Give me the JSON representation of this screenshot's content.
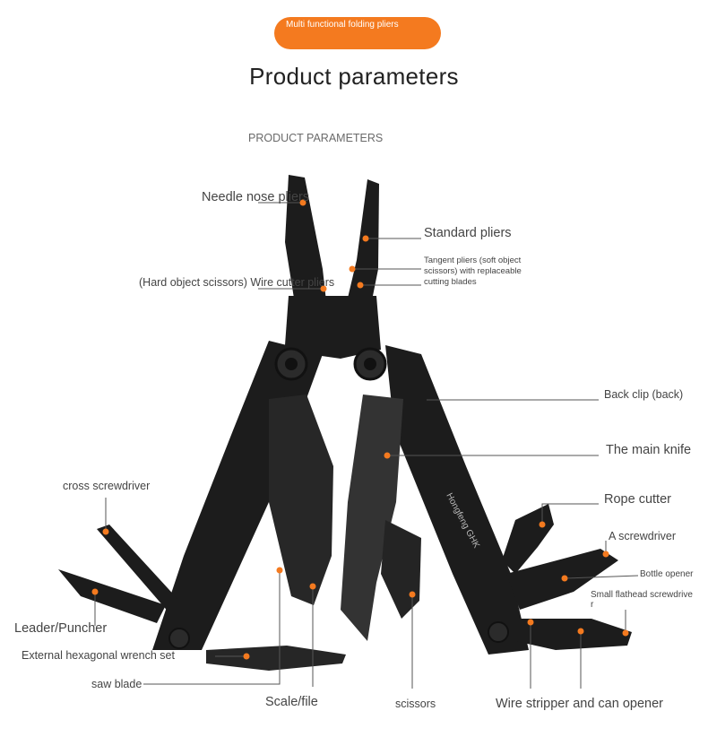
{
  "badge": "Multi functional folding pliers",
  "title": "Product parameters",
  "subtitle": "PRODUCT PARAMETERS",
  "brand_engraving": "Hongfeng GHK",
  "accent_color": "#f47a1f",
  "labels": {
    "needle_nose": "Needle nose pliers",
    "standard_pliers": "Standard pliers",
    "tangent_1": "Tangent pliers (soft object",
    "tangent_2": "scissors) with replaceable",
    "tangent_3": "cutting blades",
    "wire_cutter": "(Hard object scissors) Wire cutter pliers",
    "back_clip": "Back clip (back)",
    "main_knife": "The main knife",
    "cross_screwdriver": "cross screwdriver",
    "rope_cutter": "Rope cutter",
    "a_screwdriver": "A screwdriver",
    "bottle_opener": "Bottle opener",
    "flathead_1": "Small flathead screwdrive",
    "flathead_2": "r",
    "leader_puncher": "Leader/Puncher",
    "hex_wrench": "External hexagonal wrench set",
    "saw_blade": "saw blade",
    "scale_file": "Scale/file",
    "scissors": "scissors",
    "wire_stripper": "Wire stripper and can opener"
  }
}
